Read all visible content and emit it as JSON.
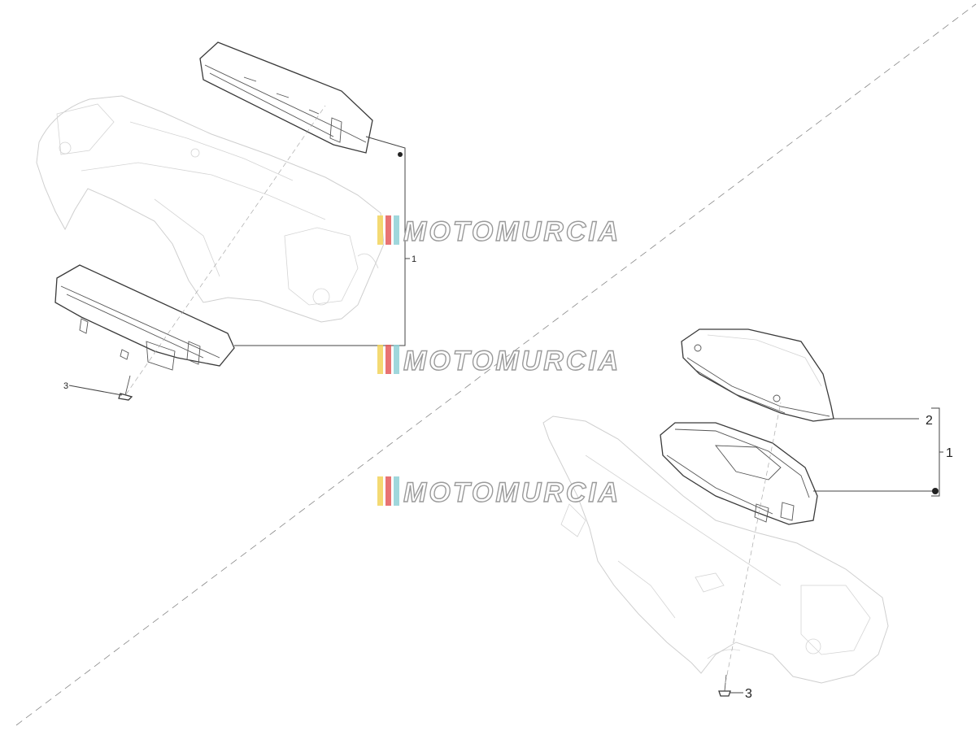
{
  "callouts": {
    "left_group": "1",
    "left_screw": "3",
    "right_top": "2",
    "right_group": "1",
    "right_screw": "3"
  },
  "watermark": {
    "text": "MOTOMURCIA",
    "stripe_colors": [
      "#f2d35a",
      "#e45b5b",
      "#8fd0d6"
    ]
  }
}
